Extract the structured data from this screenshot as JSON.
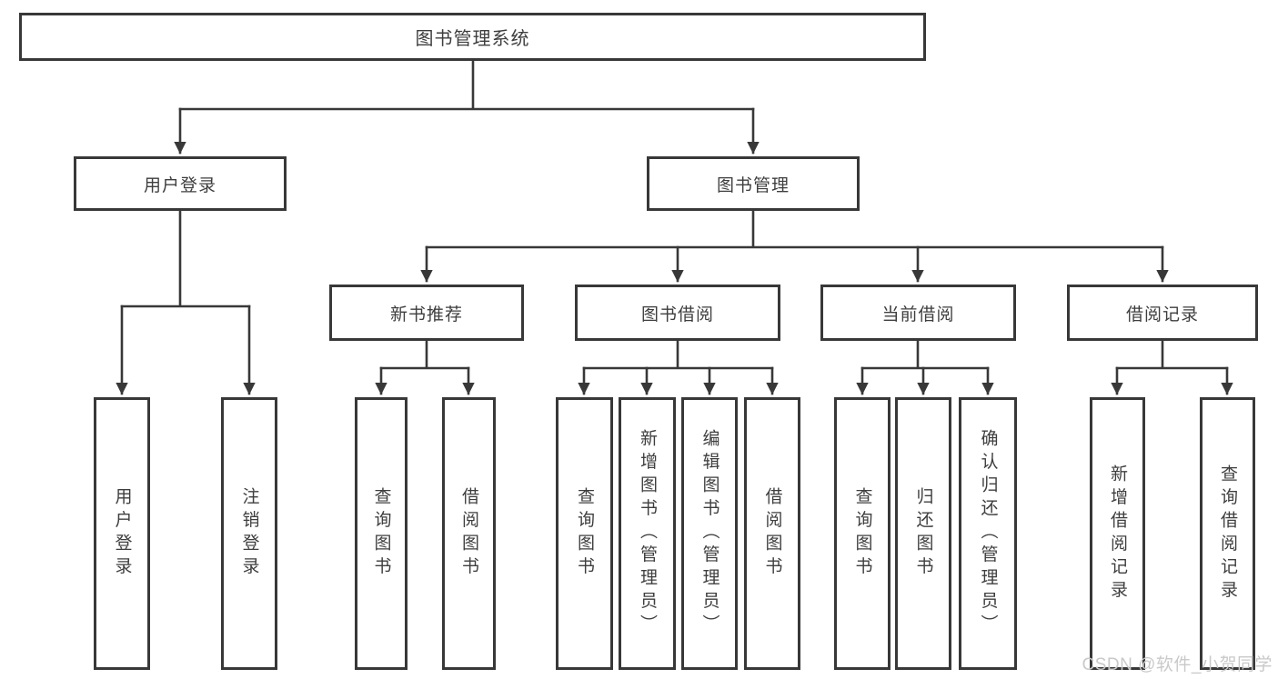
{
  "diagram": {
    "title": "图书管理系统",
    "type": "hierarchy-tree"
  },
  "tree": {
    "root": {
      "label": "图书管理系统"
    },
    "branches": [
      {
        "label": "用户登录",
        "children": [
          {
            "label": "用户登录"
          },
          {
            "label": "注销登录"
          }
        ]
      },
      {
        "label": "图书管理",
        "children": [
          {
            "label": "新书推荐",
            "children": [
              {
                "label": "查询图书"
              },
              {
                "label": "借阅图书"
              }
            ]
          },
          {
            "label": "图书借阅",
            "children": [
              {
                "label": "查询图书"
              },
              {
                "label": "新增图书（管理员）"
              },
              {
                "label": "编辑图书（管理员）"
              },
              {
                "label": "借阅图书"
              }
            ]
          },
          {
            "label": "当前借阅",
            "children": [
              {
                "label": "查询图书"
              },
              {
                "label": "归还图书"
              },
              {
                "label": "确认归还（管理员）"
              }
            ]
          },
          {
            "label": "借阅记录",
            "children": [
              {
                "label": "新增借阅记录"
              },
              {
                "label": "查询借阅记录"
              }
            ]
          }
        ]
      }
    ]
  },
  "watermark": {
    "text": "CSDN @软件_小贺同学"
  },
  "colors": {
    "line": "#383838",
    "box_border": "#383838",
    "box_fill": "#ffffff",
    "label_text": "#3e3e3e",
    "watermark_text": "#c9c9c9"
  }
}
